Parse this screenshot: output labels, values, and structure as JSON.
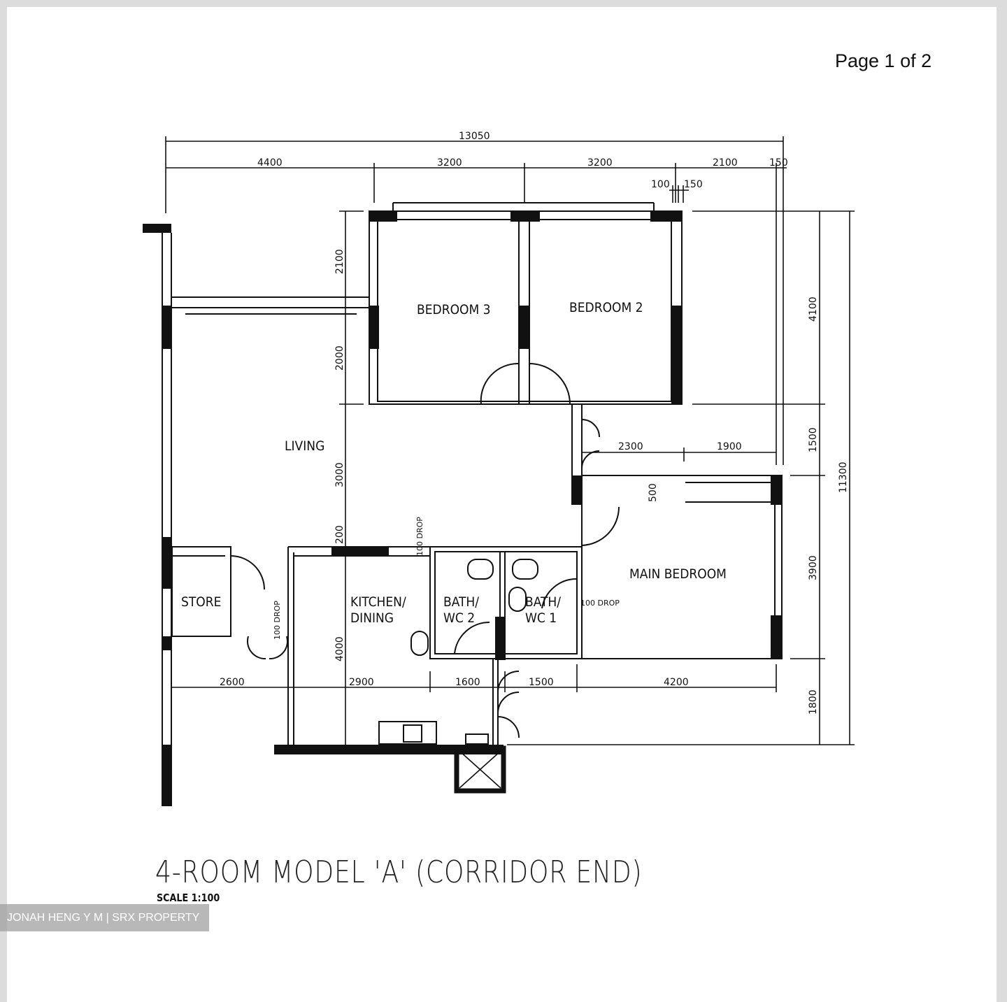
{
  "page_indicator": "Page 1 of 2",
  "plan": {
    "title": "4-ROOM MODEL 'A' (CORRIDOR END)",
    "scale": "SCALE  1:100",
    "rooms": {
      "bedroom3": "BEDROOM 3",
      "bedroom2": "BEDROOM 2",
      "living": "LIVING",
      "main_bedroom": "MAIN BEDROOM",
      "store": "STORE",
      "kitchen_1": "KITCHEN/",
      "kitchen_2": "DINING",
      "bath2_1": "BATH/",
      "bath2_2": "WC 2",
      "bath1_1": "BATH/",
      "bath1_2": "WC 1"
    },
    "dimensions": {
      "total_width": "13050",
      "top": [
        "4400",
        "3200",
        "3200",
        "2100",
        "150"
      ],
      "small_top": [
        "100",
        "150"
      ],
      "left": [
        "2100",
        "2000",
        "3000",
        "200",
        "4000"
      ],
      "right": [
        "4100",
        "1500",
        "3900",
        "1800"
      ],
      "total_height": "11300",
      "corridor": [
        "2300",
        "1900"
      ],
      "bottom": [
        "2600",
        "2900",
        "1600",
        "1500",
        "4200"
      ],
      "wall_500": "500",
      "drops": [
        "100 DROP",
        "100 DROP",
        "100 DROP"
      ]
    }
  },
  "watermark": "JONAH HENG Y M | SRX PROPERTY"
}
